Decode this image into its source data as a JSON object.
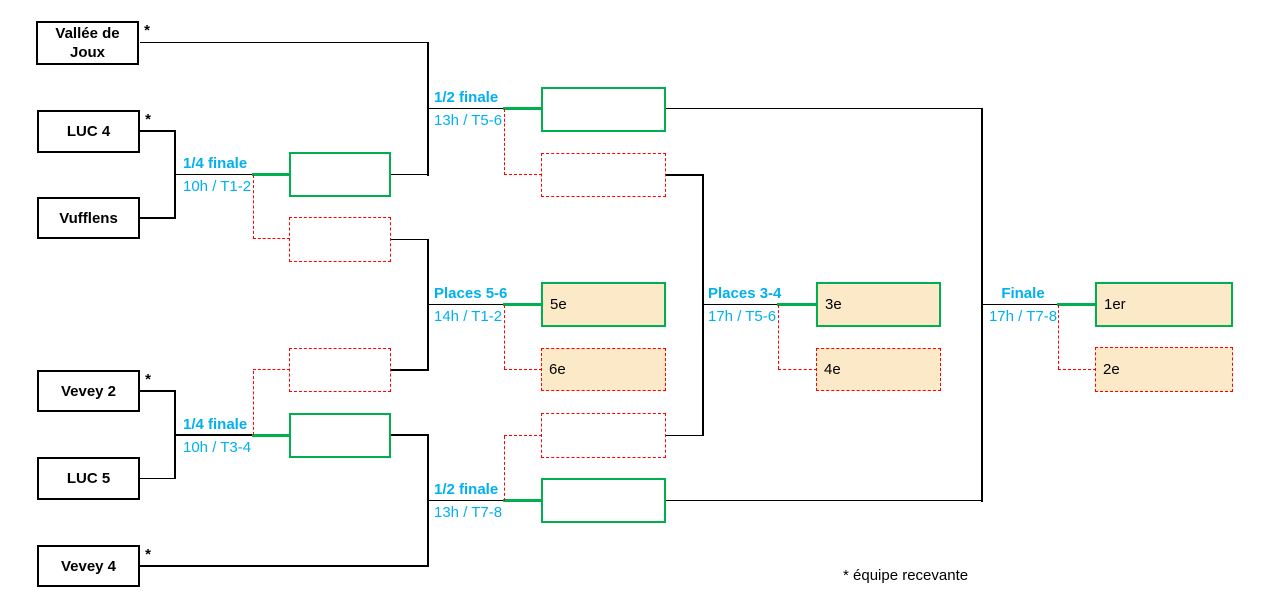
{
  "colors": {
    "label_blue": "#00B0F0",
    "winner_green": "#00B050",
    "loser_red": "#FF0000",
    "rank_fill_tan": "#FBE9C7",
    "box_border_black": "#000000"
  },
  "teams": [
    {
      "name": "Vallée de Joux",
      "host_mark": "*"
    },
    {
      "name": "LUC 4",
      "host_mark": "*"
    },
    {
      "name": "Vufflens",
      "host_mark": ""
    },
    {
      "name": "Vevey 2",
      "host_mark": "*"
    },
    {
      "name": "LUC 5",
      "host_mark": ""
    },
    {
      "name": "Vevey 4",
      "host_mark": "*"
    }
  ],
  "matches": {
    "qf1": {
      "title": "1/4 finale",
      "schedule": "10h / T1-2"
    },
    "qf2": {
      "title": "1/4 finale",
      "schedule": "10h / T3-4"
    },
    "sf1": {
      "title": "1/2 finale",
      "schedule": "13h / T5-6"
    },
    "sf2": {
      "title": "1/2 finale",
      "schedule": "13h / T7-8"
    },
    "p56": {
      "title": "Places 5-6",
      "schedule": "14h / T1-2",
      "winner_rank": "5e",
      "loser_rank": "6e"
    },
    "p34": {
      "title": "Places 3-4",
      "schedule": "17h / T5-6",
      "winner_rank": "3e",
      "loser_rank": "4e"
    },
    "finale": {
      "title": "Finale",
      "schedule": "17h / T7-8",
      "winner_rank": "1er",
      "loser_rank": "2e"
    }
  },
  "footnote": "* équipe recevante"
}
